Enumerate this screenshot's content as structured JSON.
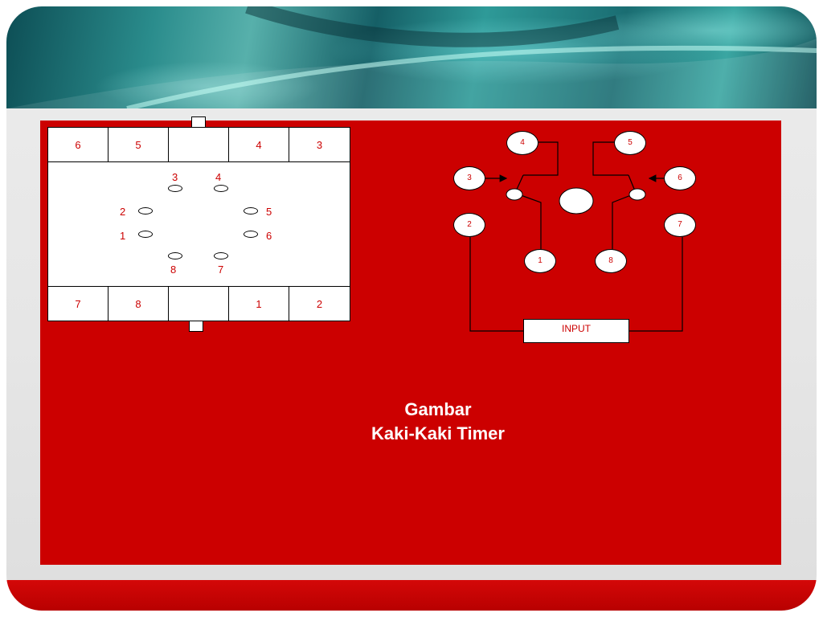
{
  "socket": {
    "top_cells": [
      "6",
      "5",
      "",
      "4",
      "3"
    ],
    "bottom_cells": [
      "7",
      "8",
      "",
      "1",
      "2"
    ],
    "pins": {
      "p3": "3",
      "p4": "4",
      "p2": "2",
      "p5": "5",
      "p1": "1",
      "p6": "6",
      "p8": "8",
      "p7": "7"
    }
  },
  "schematic": {
    "nodes": {
      "n4": "4",
      "n5": "5",
      "n3": "3",
      "n6": "6",
      "n2": "2",
      "n7": "7",
      "n1": "1",
      "n8": "8"
    },
    "input_label": "INPUT"
  },
  "caption": {
    "line1": "Gambar",
    "line2": "Kaki-Kaki Timer"
  },
  "colors": {
    "panel": "#cc0000",
    "text_red": "#cc0000",
    "caption_text": "#ffffff",
    "banner_teal": "#2a8c8c"
  }
}
